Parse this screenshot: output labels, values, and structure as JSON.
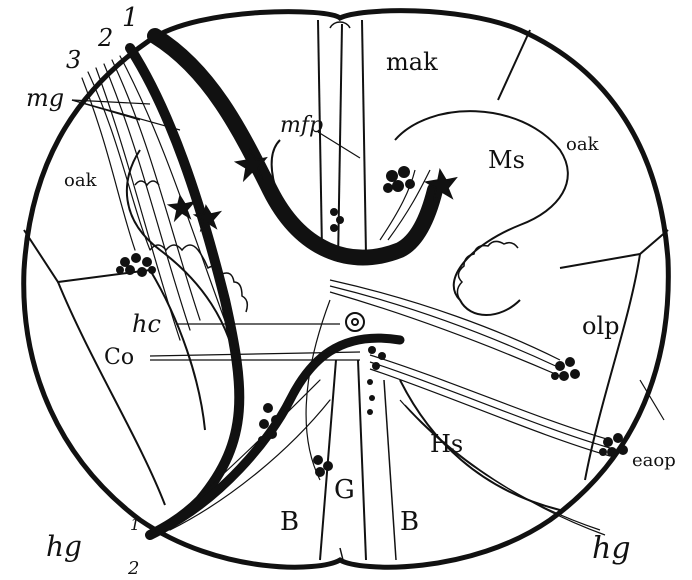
{
  "figure": {
    "labels": {
      "num1_top": "1",
      "num2_top": "2",
      "num3_top": "3",
      "mg": "mg",
      "oak_left": "oak",
      "mak": "mak",
      "mfp": "mfp",
      "ms": "Ms",
      "oak_right": "oak",
      "olp": "olp",
      "hc": "hc",
      "co": "Co",
      "hs": "Hs",
      "eaop": "eaop",
      "g": "G",
      "b_left": "B",
      "b_right": "B",
      "hg_left": "hg",
      "hg_right": "hg",
      "num1_bottom": "1",
      "num2_bottom": "2"
    }
  },
  "colors": {
    "ink": "#111111",
    "paper": "#ffffff"
  }
}
